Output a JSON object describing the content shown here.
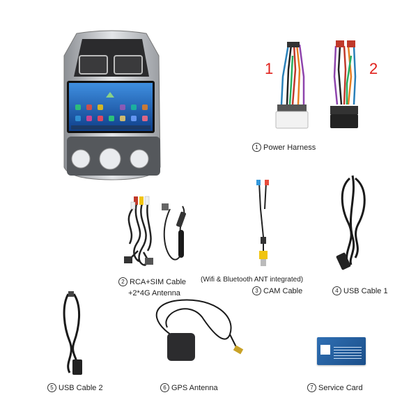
{
  "items": [
    {
      "num": "1",
      "label": "Power Harness"
    },
    {
      "num": "2",
      "label": "RCA+SIM Cable",
      "label2": "+2*4G Antenna"
    },
    {
      "num": "3",
      "label": "CAM Cable"
    },
    {
      "num": "4",
      "label": "USB Cable 1"
    },
    {
      "num": "5",
      "label": "USB Cable 2"
    },
    {
      "num": "6",
      "label": "GPS Antenna"
    },
    {
      "num": "7",
      "label": "Service Card"
    }
  ],
  "harness_markers": {
    "first": "1",
    "second": "2"
  },
  "wifi_note": "(Wifi & Bluetooth ANT integrated)",
  "colors": {
    "red_marker": "#e0201b",
    "card_blue": "#2f6fb3"
  }
}
